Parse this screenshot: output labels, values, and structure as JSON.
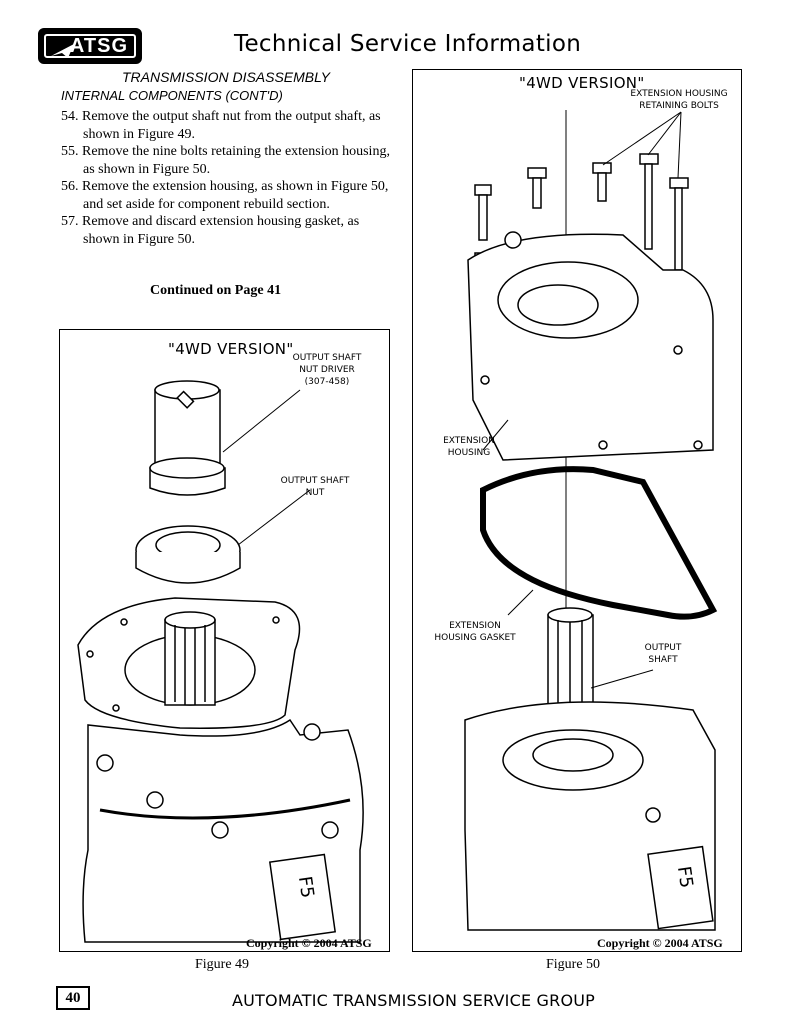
{
  "header": {
    "logo_text": "ATSG",
    "title": "Technical Service Information"
  },
  "section": {
    "title": "TRANSMISSION DISASSEMBLY",
    "subtitle": "INTERNAL COMPONENTS (CONT'D)",
    "steps": [
      {
        "num": "54.",
        "text": "Remove the output shaft nut from the output shaft, as shown in Figure 49."
      },
      {
        "num": "55.",
        "text": "Remove the nine bolts retaining the extension housing, as shown in Figure 50."
      },
      {
        "num": "56.",
        "text": "Remove the extension housing, as shown in Figure 50, and set aside for component rebuild section."
      },
      {
        "num": "57.",
        "text": "Remove and discard extension housing gasket, as shown in Figure 50."
      }
    ],
    "continued": "Continued on Page 41"
  },
  "figure49": {
    "version_label": "\"4WD VERSION\"",
    "callout_driver": [
      "OUTPUT SHAFT",
      "NUT DRIVER",
      "(307-458)"
    ],
    "callout_nut": [
      "OUTPUT SHAFT",
      "NUT"
    ],
    "copyright": "Copyright © 2004 ATSG",
    "caption": "Figure 49"
  },
  "figure50": {
    "version_label": "\"4WD VERSION\"",
    "callout_bolts": [
      "EXTENSION HOUSING",
      "RETAINING BOLTS"
    ],
    "callout_housing": [
      "EXTENSION",
      "HOUSING"
    ],
    "callout_gasket": [
      "EXTENSION",
      "HOUSING GASKET"
    ],
    "callout_shaft": [
      "OUTPUT",
      "SHAFT"
    ],
    "copyright": "Copyright © 2004 ATSG",
    "caption": "Figure 50"
  },
  "footer": {
    "page_number": "40",
    "text": "AUTOMATIC TRANSMISSION SERVICE GROUP"
  },
  "labels": {
    "case_tag": "F5"
  }
}
